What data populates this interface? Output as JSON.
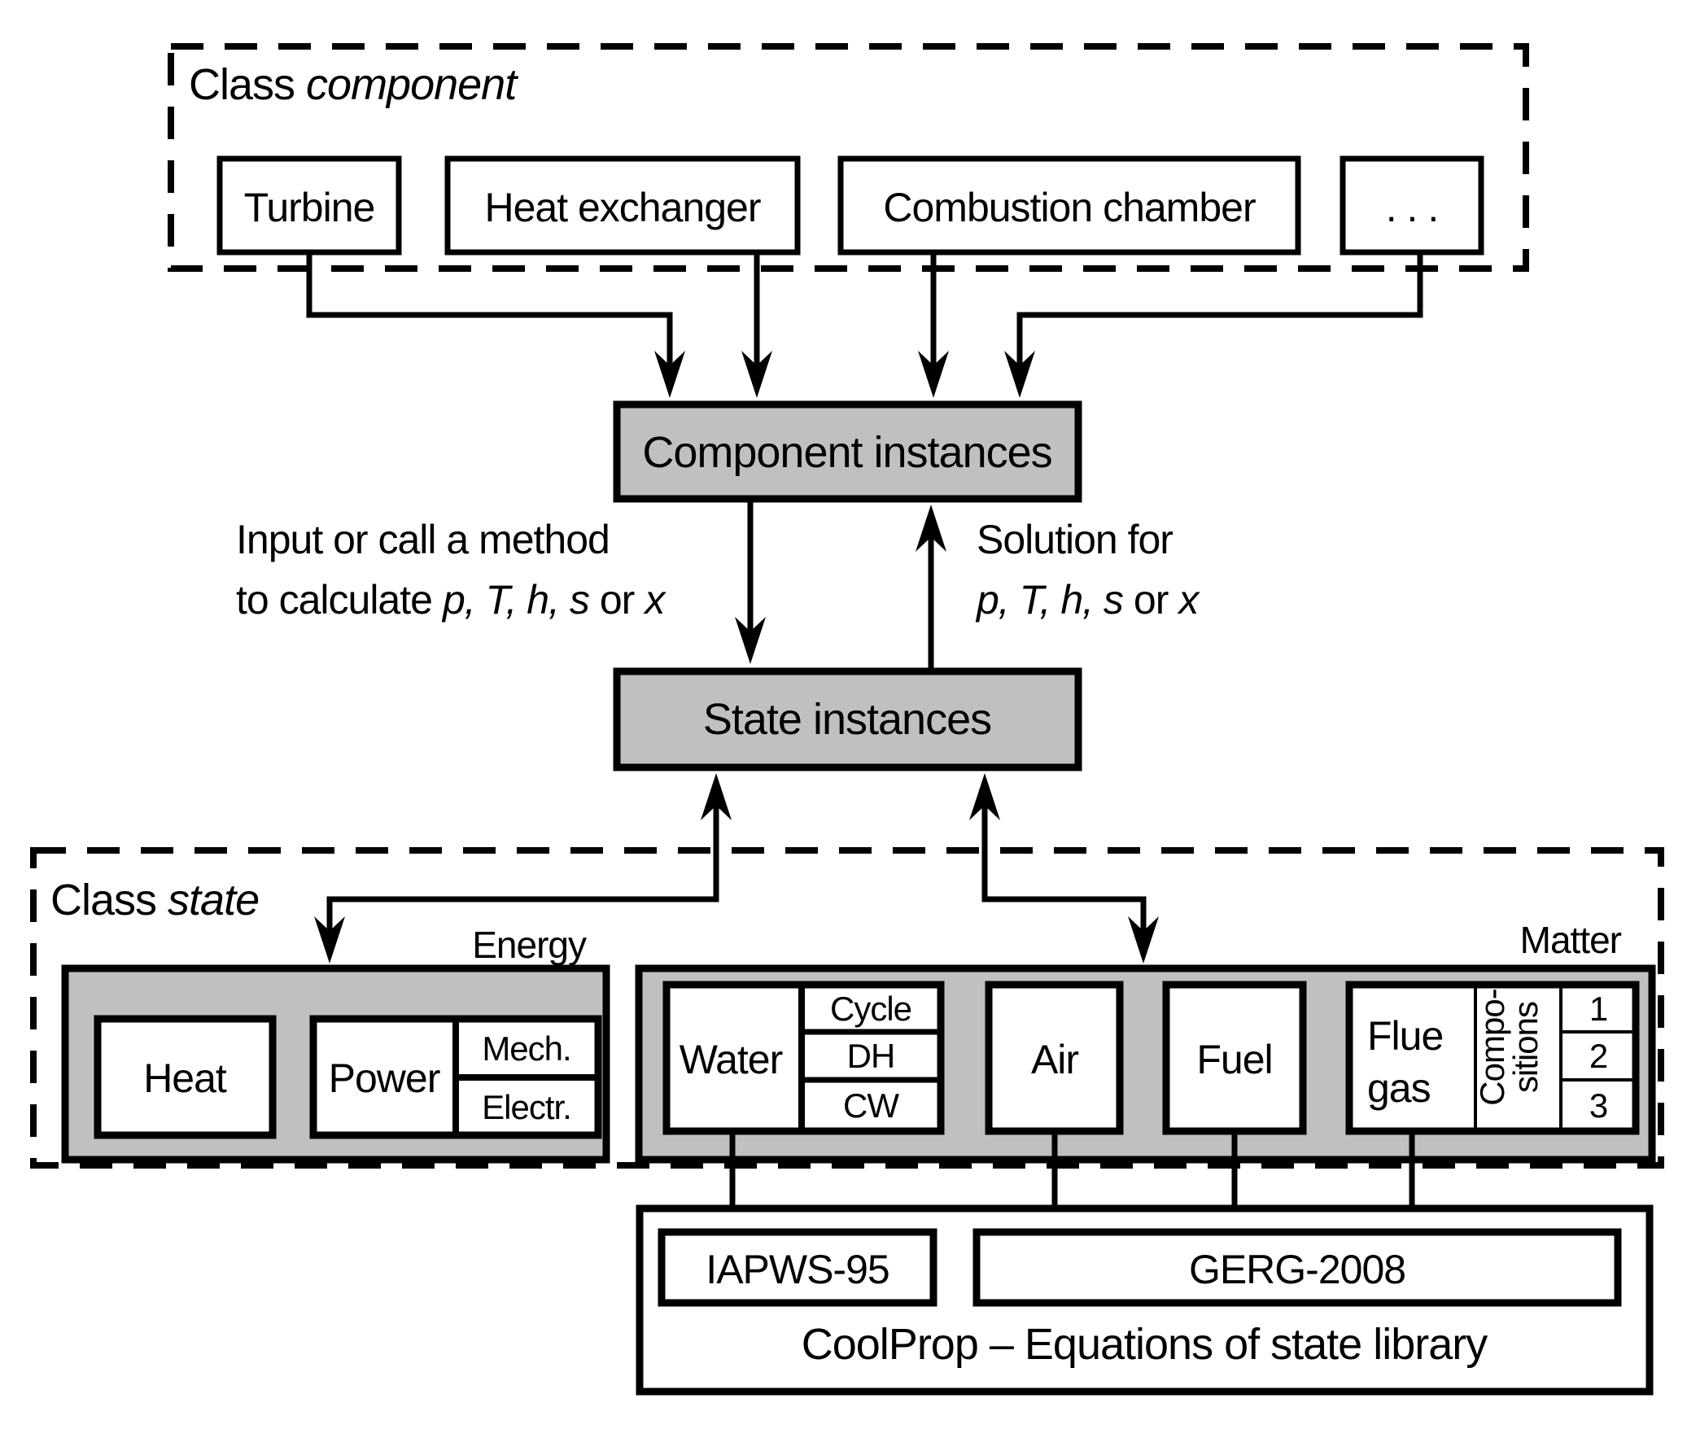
{
  "class_component": {
    "label_prefix": "Class",
    "label_name": "component",
    "boxes": {
      "turbine": "Turbine",
      "heat_exchanger": "Heat exchanger",
      "combustion_chamber": "Combustion chamber",
      "ellipsis": ". . ."
    }
  },
  "component_instances_label": "Component instances",
  "state_instances_label": "State instances",
  "method_annotation": {
    "line1": "Input or call a method",
    "line2_prefix": "to calculate",
    "vars": "p, T, h, s",
    "or_word": "or",
    "var_x": "x"
  },
  "solution_annotation": {
    "line1": "Solution for",
    "vars": "p, T, h, s",
    "or_word": "or",
    "var_x": "x"
  },
  "class_state": {
    "label_prefix": "Class",
    "label_name": "state",
    "energy": {
      "group_label": "Energy",
      "heat": "Heat",
      "power": "Power",
      "mech": "Mech.",
      "electr": "Electr."
    },
    "matter": {
      "group_label": "Matter",
      "water": "Water",
      "cycle": "Cycle",
      "dh": "DH",
      "cw": "CW",
      "air": "Air",
      "fuel": "Fuel",
      "flue_line1": "Flue",
      "flue_line2": "gas",
      "compositions_line1": "Compo-",
      "compositions_line2": "sitions",
      "comp_numbers": [
        "1",
        "2",
        "3"
      ]
    }
  },
  "coolprop": {
    "iapws": "IAPWS-95",
    "gerg": "GERG-2008",
    "label": "CoolProp – Equations of state library"
  },
  "colors": {
    "instance_box_fill": "#c0c0c0",
    "group_box_fill": "#c0c0c0",
    "line_color": "#000000",
    "background": "#ffffff"
  }
}
